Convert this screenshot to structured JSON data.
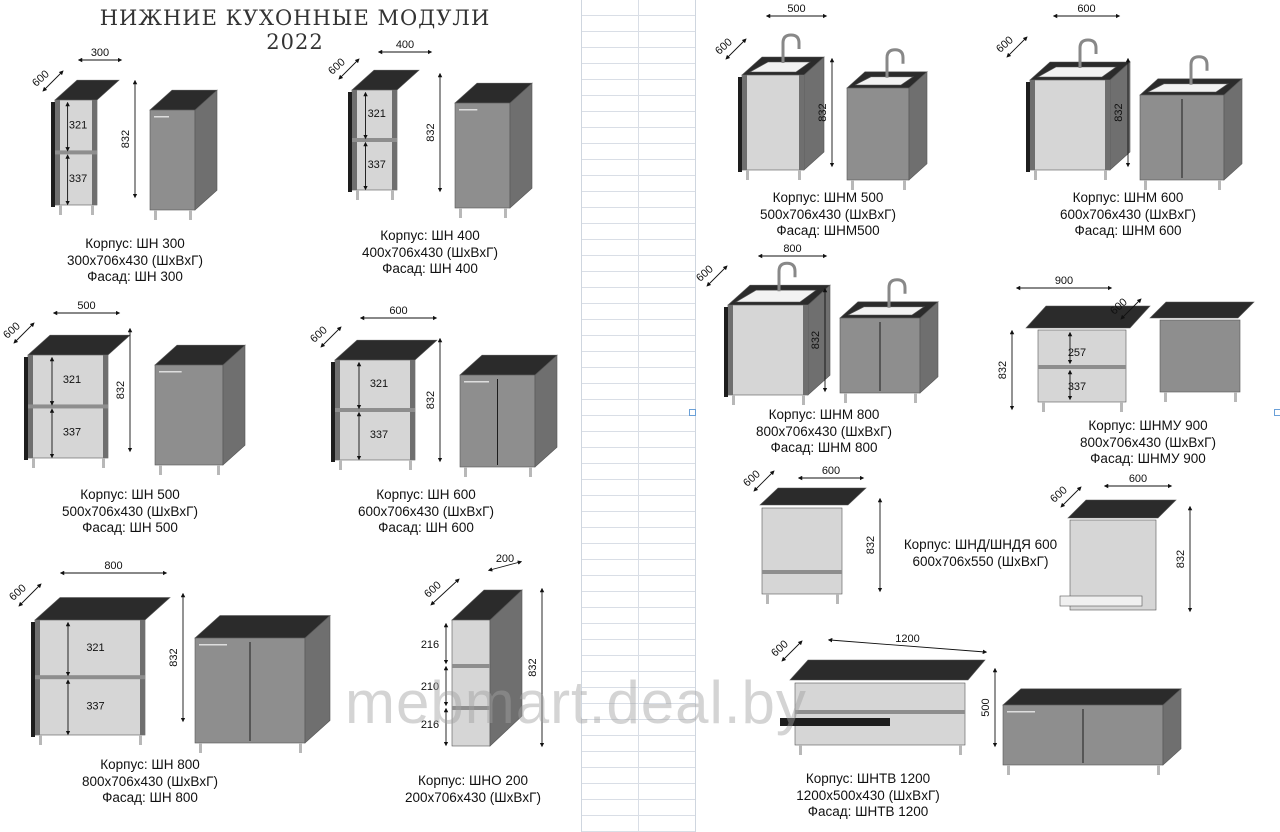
{
  "title": "НИЖНИЕ КУХОННЫЕ МОДУЛИ 2022",
  "watermark": "mebmart.deal.by",
  "modules": [
    {
      "line1": "Корпус: ШН 300",
      "line2": "300x706x430 (ШxВxГ)",
      "line3": "Фасад: ШН 300",
      "dims": {
        "width": "300",
        "depth": "600",
        "height": "832",
        "shelf_upper": "321",
        "shelf_lower": "337"
      }
    },
    {
      "line1": "Корпус: ШН 400",
      "line2": "400x706x430 (ШxВxГ)",
      "line3": "Фасад: ШН 400",
      "dims": {
        "width": "400",
        "depth": "600",
        "height": "832",
        "shelf_upper": "321",
        "shelf_lower": "337"
      }
    },
    {
      "line1": "Корпус: ШН 500",
      "line2": "500x706x430 (ШxВxГ)",
      "line3": "Фасад: ШН 500",
      "dims": {
        "width": "500",
        "depth": "600",
        "height": "832",
        "shelf_upper": "321",
        "shelf_lower": "337"
      }
    },
    {
      "line1": "Корпус: ШН 600",
      "line2": "600x706x430 (ШxВxГ)",
      "line3": "Фасад: ШН 600",
      "dims": {
        "width": "600",
        "depth": "600",
        "height": "832",
        "shelf_upper": "321",
        "shelf_lower": "337"
      }
    },
    {
      "line1": "Корпус: ШН 800",
      "line2": "800x706x430 (ШxВxГ)",
      "line3": "Фасад: ШН 800",
      "dims": {
        "width": "800",
        "depth": "600",
        "height": "832",
        "shelf_upper": "321",
        "shelf_lower": "337"
      }
    },
    {
      "line1": "Корпус: ШНО 200",
      "line2": "200x706x430 (ШxВxГ)",
      "dims": {
        "width": "200",
        "depth": "600",
        "height": "832",
        "s1": "216",
        "s2": "210",
        "s3": "216"
      }
    },
    {
      "line1": "Корпус: ШНМ 500",
      "line2": "500x706x430 (ШxВxГ)",
      "line3": "Фасад: ШНМ500",
      "dims": {
        "width": "500",
        "depth": "600",
        "height": "832"
      }
    },
    {
      "line1": "Корпус: ШНМ 600",
      "line2": "600x706x430 (ШxВxГ)",
      "line3": "Фасад: ШНМ 600",
      "dims": {
        "width": "600",
        "depth": "600",
        "height": "832"
      }
    },
    {
      "line1": "Корпус: ШНМ 800",
      "line2": "800x706x430 (ШxВxГ)",
      "line3": "Фасад: ШНМ 800",
      "dims": {
        "width": "800",
        "depth": "600",
        "height": "832"
      }
    },
    {
      "line1": "Корпус: ШНМУ 900",
      "line2": "800x706x430 (ШxВxГ)",
      "line3": "Фасад: ШНМУ 900",
      "dims": {
        "width": "900",
        "depth": "600",
        "height": "832",
        "shelf_upper": "257",
        "shelf_lower": "337"
      }
    },
    {
      "line1": "Корпус: ШНД/ШНДЯ 600",
      "line2": "600x706x550 (ШxВxГ)",
      "dims": {
        "width": "600",
        "depth": "600",
        "height": "832"
      }
    },
    {
      "line1": "Корпус: ШНТВ 1200",
      "line2": "1200x500x430 (ШxВxГ)",
      "line3": "Фасад: ШНТВ 1200",
      "dims": {
        "width": "1200",
        "depth": "600",
        "height": "500"
      }
    }
  ],
  "colors": {
    "top": "#2b2b2b",
    "body": "#8e8e8e",
    "body_dark": "#6f6f6f",
    "inner": "#d6d6d6",
    "leg": "#b8b8b8",
    "grid_line": "#d9dee6"
  }
}
